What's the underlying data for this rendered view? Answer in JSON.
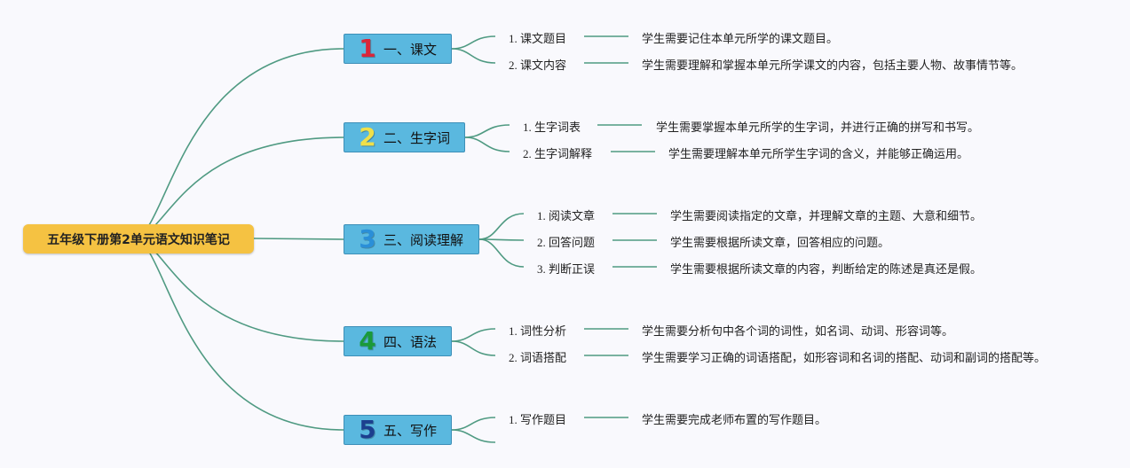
{
  "colors": {
    "line": "#4f9a82",
    "root_bg": "#f5c242",
    "branch_bg": "#5ab8df"
  },
  "root": {
    "label": "五年级下册第2单元语文知识笔记"
  },
  "branches": [
    {
      "num": "1",
      "num_color": "#d9263a",
      "label": "一、课文",
      "items": [
        {
          "label": "1. 课文题目",
          "desc": "学生需要记住本单元所学的课文题目。"
        },
        {
          "label": "2. 课文内容",
          "desc": "学生需要理解和掌握本单元所学课文的内容，包括主要人物、故事情节等。"
        }
      ]
    },
    {
      "num": "2",
      "num_color": "#f0e04a",
      "label": "二、生字词",
      "items": [
        {
          "label": "1. 生字词表",
          "desc": "学生需要掌握本单元所学的生字词，并进行正确的拼写和书写。"
        },
        {
          "label": "2. 生字词解释",
          "desc": "学生需要理解本单元所学生字词的含义，并能够正确运用。"
        }
      ]
    },
    {
      "num": "3",
      "num_color": "#2a8fd8",
      "label": "三、阅读理解",
      "items": [
        {
          "label": "1. 阅读文章",
          "desc": "学生需要阅读指定的文章，并理解文章的主题、大意和细节。"
        },
        {
          "label": "2. 回答问题",
          "desc": "学生需要根据所读文章，回答相应的问题。"
        },
        {
          "label": "3. 判断正误",
          "desc": "学生需要根据所读文章的内容，判断给定的陈述是真还是假。"
        }
      ]
    },
    {
      "num": "4",
      "num_color": "#1a9a3a",
      "label": "四、语法",
      "items": [
        {
          "label": "1. 词性分析",
          "desc": "学生需要分析句中各个词的词性，如名词、动词、形容词等。"
        },
        {
          "label": "2. 词语搭配",
          "desc": "学生需要学习正确的词语搭配，如形容词和名词的搭配、动词和副词的搭配等。"
        }
      ]
    },
    {
      "num": "5",
      "num_color": "#1c3f8f",
      "label": "五、写作",
      "items": [
        {
          "label": "1. 写作题目",
          "desc": "学生需要完成老师布置的写作题目。"
        },
        {
          "label": "",
          "desc": ""
        }
      ]
    }
  ]
}
